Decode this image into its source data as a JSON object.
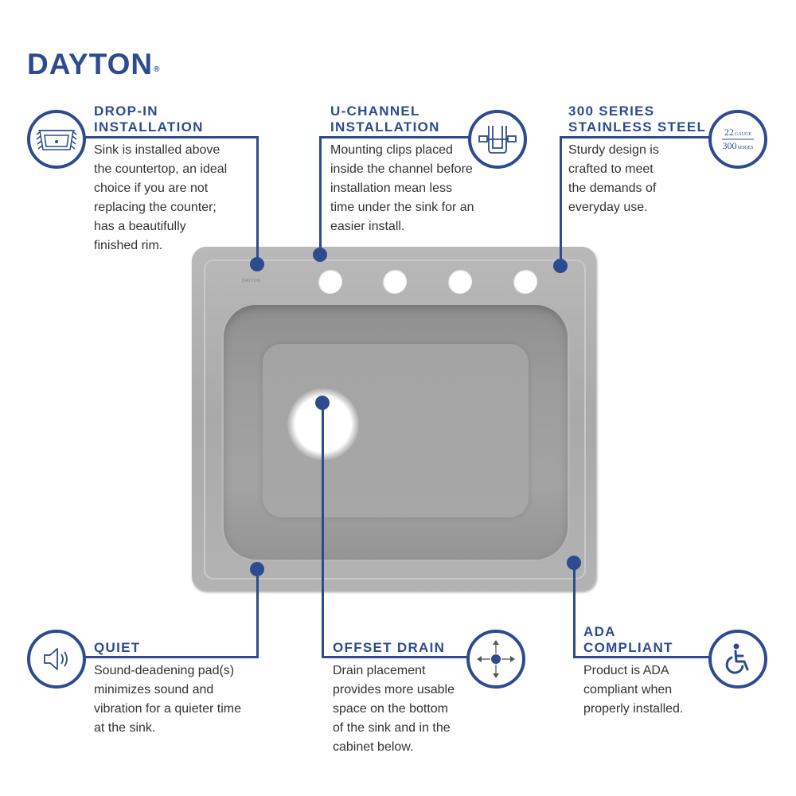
{
  "brand": {
    "name": "DAYTON",
    "registered": "®"
  },
  "sink": {
    "maker_mark": "DAYTON"
  },
  "features": {
    "drop_in": {
      "title_line1": "DROP-IN",
      "title_line2": "INSTALLATION",
      "desc": [
        "Sink is installed above",
        "the countertop, an ideal",
        "choice if you are not",
        "replacing the counter;",
        "has a beautifully",
        "finished rim."
      ],
      "icon": "drop-in-sink-icon"
    },
    "u_channel": {
      "title_line1": "U-CHANNEL",
      "title_line2": "INSTALLATION",
      "desc": [
        "Mounting clips placed",
        "inside the channel before",
        "installation mean less",
        "time under the sink for an",
        "easier install."
      ],
      "icon": "u-channel-clip-icon"
    },
    "stainless": {
      "title_line1": "300 SERIES",
      "title_line2": "STAINLESS STEEL",
      "desc": [
        "Sturdy design is",
        "crafted to meet",
        "the demands of",
        "everyday use."
      ],
      "icon": "gauge-badge-icon",
      "badge_top": "22",
      "badge_top_small": "GAUGE",
      "badge_bottom": "300",
      "badge_bottom_small": "SERIES"
    },
    "quiet": {
      "title": "QUIET",
      "desc": [
        "Sound-deadening pad(s)",
        "minimizes sound and",
        "vibration for a quieter time",
        "at the sink."
      ],
      "icon": "speaker-icon"
    },
    "offset_drain": {
      "title": "OFFSET DRAIN",
      "desc": [
        "Drain placement",
        "provides more usable",
        "space on the bottom",
        "of the sink and in the",
        "cabinet below."
      ],
      "icon": "four-way-arrows-icon"
    },
    "ada": {
      "title_line1": "ADA",
      "title_line2": "COMPLIANT",
      "desc": [
        "Product is ADA",
        "compliant when",
        "properly installed."
      ],
      "icon": "wheelchair-icon"
    }
  },
  "colors": {
    "accent": "#2d4b8f",
    "text": "#333333",
    "steel": "#a8a8a8"
  }
}
